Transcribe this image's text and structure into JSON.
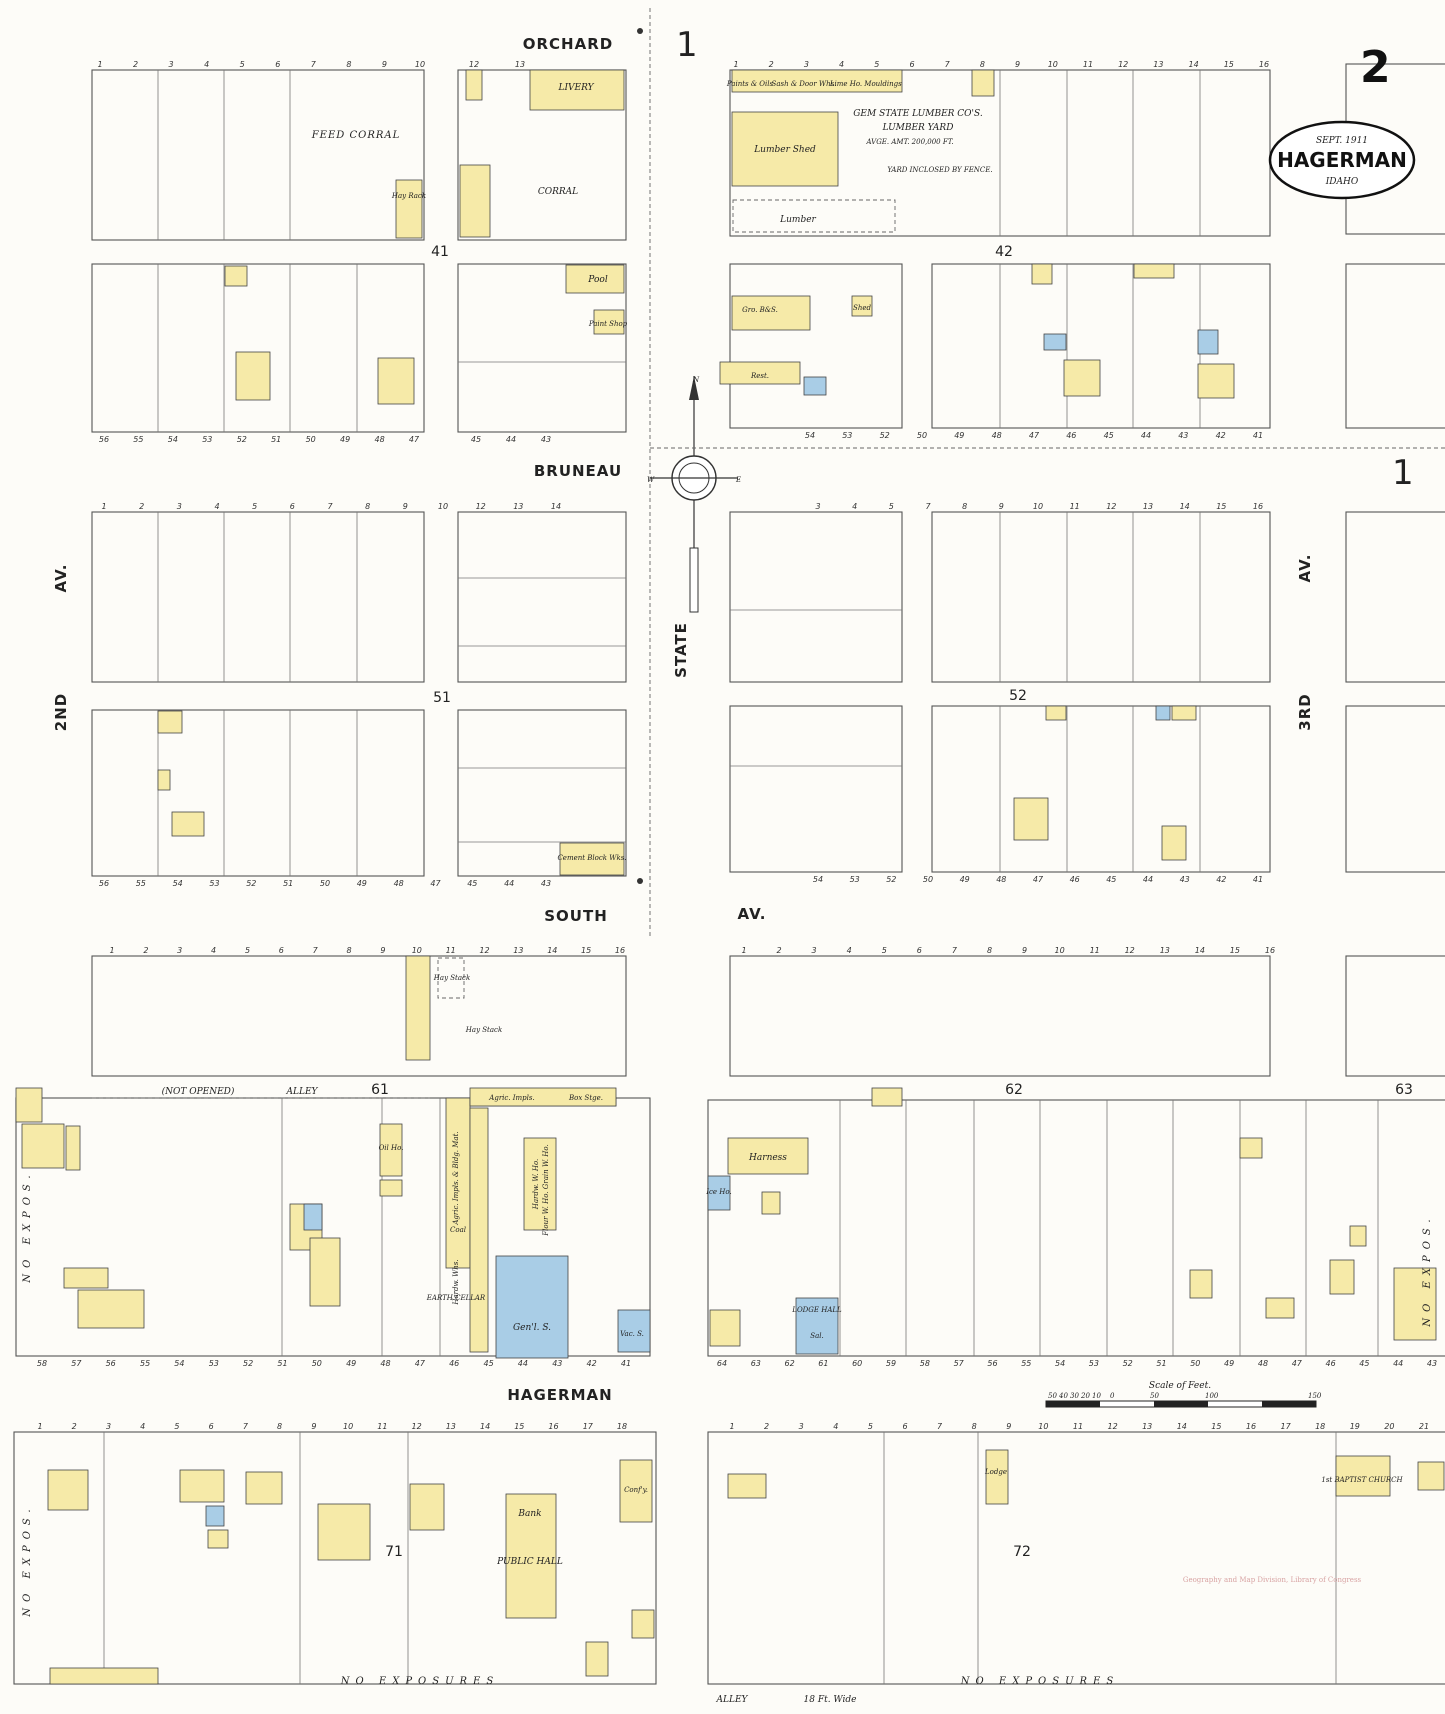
{
  "sheet": {
    "page_number": "2",
    "town": "HAGERMAN",
    "state": "IDAHO",
    "date": "SEPT. 1911",
    "index_marker_top": "1",
    "index_marker_right": "1"
  },
  "streets": {
    "orchard": "ORCHARD",
    "bruneau": "BRUNEAU",
    "south": "SOUTH",
    "south_av": "AV.",
    "hagerman": "HAGERMAN",
    "state": "STATE",
    "second_av_a": "2ND",
    "second_av_b": "AV.",
    "third_av_a": "3RD",
    "third_av_b": "AV."
  },
  "blocks": [
    "41",
    "42",
    "51",
    "52",
    "61",
    "62",
    "63",
    "71",
    "72"
  ],
  "labels": {
    "feed_corral": "FEED CORRAL",
    "corral": "CORRAL",
    "hay_rack": "Hay Rack",
    "livery": "LIVERY",
    "pool": "Pool",
    "paint_shop": "Paint Shop",
    "lumber_co": "GEM STATE LUMBER CO'S.",
    "lumber_yard": "LUMBER YARD",
    "lumber_avge": "AVGE. AMT. 200,000 FT.",
    "yard_fence": "YARD INCLOSED BY FENCE.",
    "lumber_shed": "Lumber Shed",
    "lumber": "Lumber",
    "paints": "Paints & Oils",
    "sash": "Sash & Door Whs.",
    "lime": "Lime Ho.",
    "mouldings": "Mouldings",
    "gro": "Gro. B&S.",
    "rest": "Rest.",
    "shed": "Shed",
    "cement": "Cement Block Wks.",
    "hay_stack_1": "Hay Stack",
    "hay_stack_2": "Hay Stack",
    "not_opened": "(NOT OPENED)",
    "alley": "ALLEY",
    "agric_impls_1": "Agric. Impls.",
    "box_stge": "Box Stge.",
    "agric_impls_2": "Agric. Impls. & Bldg. Mat.",
    "oil_ho": "Oil Ho.",
    "coal": "Coal",
    "hardw_whs": "Hardw. Whs.",
    "hardw_ho": "Hardw. W. Ho.",
    "flour_grain": "Flour W. Ho. Grain W. Ho.",
    "earth_cellar": "EARTH CELLAR",
    "genl_s": "Gen'l. S.",
    "vac_s": "Vac. S.",
    "harness": "Harness",
    "ice_ho": "Ice Ho.",
    "lodge_hall": "LODGE HALL",
    "sal": "Sal.",
    "scale_title": "Scale of Feet.",
    "no_expos": "NO EXPOS.",
    "bank": "Bank",
    "public_hall": "PUBLIC HALL",
    "confy": "Conf'y.",
    "lodge": "Lodge",
    "baptist": "1st BAPTIST CHURCH",
    "no_exposures_1": "NO EXPOSURES",
    "no_exposures_2": "NO EXPOSURES",
    "alley_bottom": "ALLEY",
    "alley_width": "18 Ft. Wide"
  },
  "scale_ticks": [
    "50",
    "40",
    "30",
    "20",
    "10",
    "0",
    "50",
    "100",
    "150"
  ],
  "lot_numbers": {
    "b41_top": [
      "1",
      "2",
      "3",
      "4",
      "5",
      "6",
      "7",
      "8",
      "9",
      "10"
    ],
    "b41_bottom": [
      "56",
      "55",
      "54",
      "53",
      "52",
      "51",
      "50",
      "49",
      "48",
      "47"
    ],
    "b41e_top": [
      "12",
      "13"
    ],
    "b41e_bottom": [
      "45",
      "44",
      "43"
    ],
    "b42_top": [
      "1",
      "2",
      "3",
      "4",
      "5",
      "6",
      "7",
      "8",
      "9",
      "10",
      "11",
      "12",
      "13",
      "14",
      "15",
      "16"
    ],
    "b42_bottom": [
      "54",
      "53",
      "52",
      "50",
      "49",
      "48",
      "47",
      "46",
      "45",
      "44",
      "43",
      "42",
      "41"
    ],
    "b51_top": [
      "1",
      "2",
      "3",
      "4",
      "5",
      "6",
      "7",
      "8",
      "9",
      "10",
      "12",
      "13",
      "14"
    ],
    "b51_bottom": [
      "56",
      "55",
      "54",
      "53",
      "52",
      "51",
      "50",
      "49",
      "48",
      "47",
      "45",
      "44",
      "43"
    ],
    "b52_top": [
      "3",
      "4",
      "5",
      "7",
      "8",
      "9",
      "10",
      "11",
      "12",
      "13",
      "14",
      "15",
      "16"
    ],
    "b52_bottom": [
      "54",
      "53",
      "52",
      "50",
      "49",
      "48",
      "47",
      "46",
      "45",
      "44",
      "43",
      "42",
      "41"
    ],
    "b61_top": [
      "1",
      "2",
      "3",
      "4",
      "5",
      "6",
      "7",
      "8",
      "9",
      "10",
      "11",
      "12",
      "13",
      "14",
      "15",
      "16"
    ],
    "b61_bottom": [
      "58",
      "57",
      "56",
      "55",
      "54",
      "53",
      "52",
      "51",
      "50",
      "49",
      "48",
      "47",
      "46",
      "45",
      "44",
      "43",
      "42",
      "41"
    ],
    "b62_top": [
      "1",
      "2",
      "3",
      "4",
      "5",
      "6",
      "7",
      "8",
      "9",
      "10",
      "11",
      "12",
      "13",
      "14",
      "15",
      "16"
    ],
    "b62_bottom": [
      "64",
      "63",
      "62",
      "61",
      "60",
      "59",
      "58",
      "57",
      "56",
      "55",
      "54",
      "53",
      "52",
      "51",
      "50",
      "49",
      "48",
      "47",
      "46",
      "45",
      "44",
      "43"
    ],
    "b71_top": [
      "1",
      "2",
      "3",
      "4",
      "5",
      "6",
      "7",
      "8",
      "9",
      "10",
      "11",
      "12",
      "13",
      "14",
      "15",
      "16",
      "17",
      "18"
    ],
    "b72_top": [
      "1",
      "2",
      "3",
      "4",
      "5",
      "6",
      "7",
      "8",
      "9",
      "10",
      "11",
      "12",
      "13",
      "14",
      "15",
      "16",
      "17",
      "18",
      "19",
      "20",
      "21"
    ]
  },
  "colors": {
    "frame": "#fdfcf8",
    "frame_brick": "#f6eaa8",
    "brick_stone": "#a9cde6"
  },
  "stamp": "Geography and Map Division, Library of Congress"
}
